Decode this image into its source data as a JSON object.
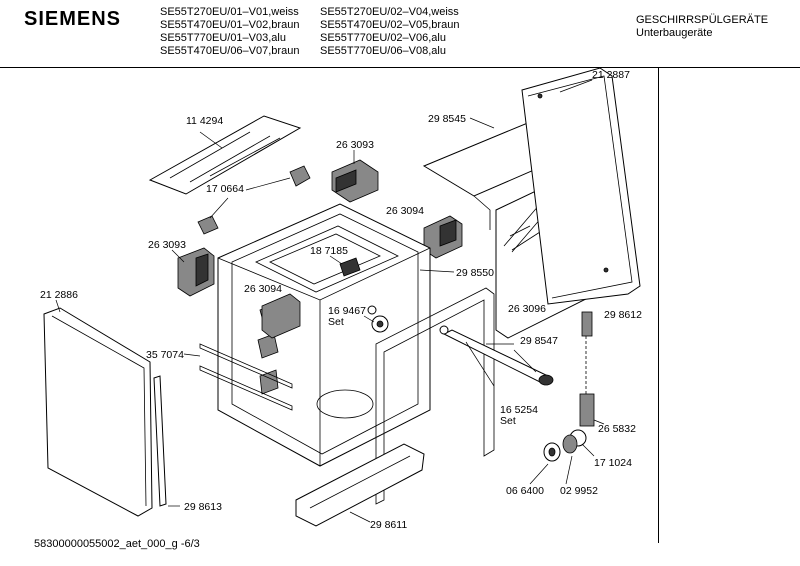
{
  "header": {
    "brand": "SIEMENS",
    "models_left": [
      "SE55T270EU/01–V01,weiss",
      "SE55T470EU/01–V02,braun",
      "SE55T770EU/01–V03,alu",
      "SE55T470EU/06–V07,braun"
    ],
    "models_right": [
      "SE55T270EU/02–V04,weiss",
      "SE55T470EU/02–V05,braun",
      "SE55T770EU/02–V06,alu",
      "SE55T770EU/06–V08,alu"
    ],
    "category": [
      "GESCHIRRSPÜLGERÄTE",
      "Unterbaugeräte"
    ]
  },
  "parts": {
    "p114294": "11 4294",
    "p170664": "17 0664",
    "p263093a": "26 3093",
    "p263093b": "26 3093",
    "p263094a": "26 3094",
    "p263094b": "26 3094",
    "p187185": "18 7185",
    "p298545": "29 8545",
    "p212887": "21 2887",
    "p298550": "29 8550",
    "p169467": "16 9467",
    "set1": "Set",
    "p263096": "26 3096",
    "p298612": "29 8612",
    "p212886": "21 2886",
    "p357074": "35 7074",
    "p298547": "29 8547",
    "p165254": "16 5254",
    "set2": "Set",
    "p265832": "26 5832",
    "p171024": "17 1024",
    "p066400": "06 6400",
    "p029952": "02 9952",
    "p298613": "29 8613",
    "p298611": "29 8611"
  },
  "footer": "58300000055002_aet_000_g  -6/3"
}
